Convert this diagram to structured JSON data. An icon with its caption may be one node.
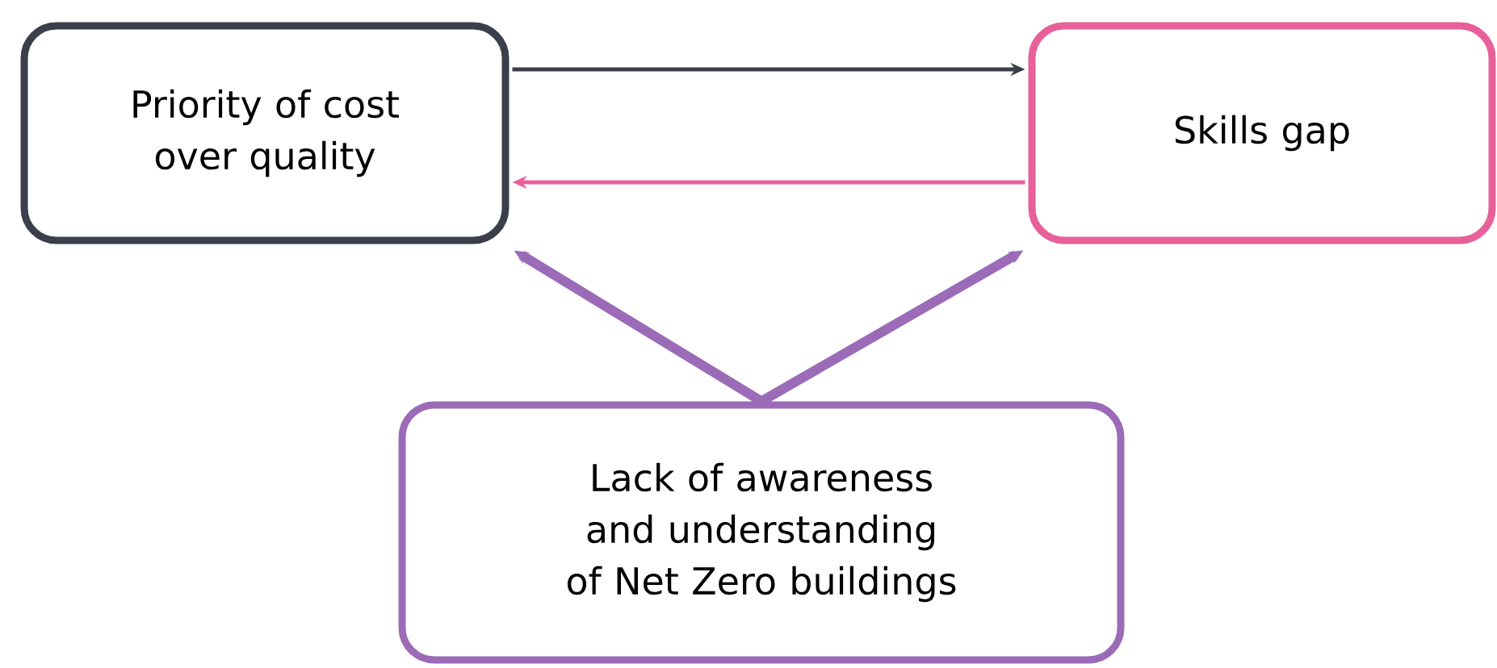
{
  "diagram": {
    "nodes": [
      {
        "text": [
          "Priority of cost over quality"
        ]
      },
      {
        "text": [
          "Skills gap"
        ]
      },
      {
        "text": [
          "Lack of awareness and understanding of Net Zero buildings"
        ]
      }
    ],
    "edges": [
      {
        "from": 0,
        "to": 1,
        "arrow": "to",
        "color": "#3a3f4b"
      },
      {
        "from": 1,
        "to": 0,
        "arrow": "to",
        "color": "#e8609a"
      },
      {
        "from": 2,
        "to": 0,
        "arrow": "to",
        "style": "thick",
        "color": "#9b6bb8"
      },
      {
        "from": 2,
        "to": 1,
        "arrow": "to",
        "style": "thick",
        "color": "#9b6bb8"
      }
    ]
  }
}
